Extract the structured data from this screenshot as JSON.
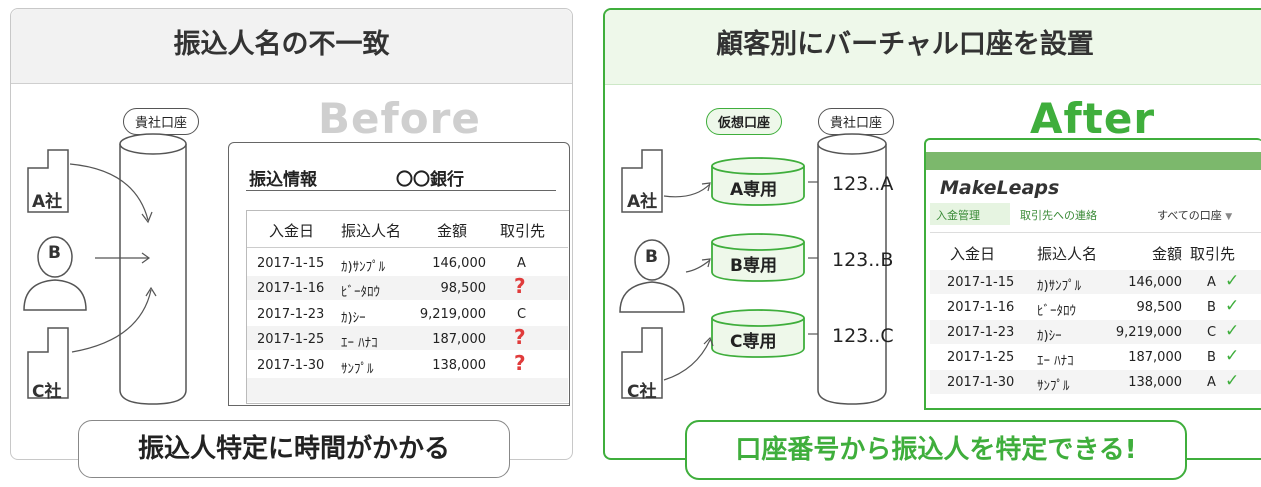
{
  "before": {
    "title": "振込人名の不一致",
    "label": "Before",
    "company_account_label": "貴社口座",
    "parties": [
      "A社",
      "B",
      "C社"
    ],
    "statement": {
      "title": "振込情報",
      "bank": "〇〇銀行",
      "columns": [
        "入金日",
        "振込人名",
        "金額",
        "取引先"
      ],
      "rows": [
        [
          "2017-1-15",
          "ｶ)ｻﾝﾌﾟﾙ",
          "146,000",
          "A"
        ],
        [
          "2017-1-16",
          "ﾋﾞｰﾀﾛｳ",
          "98,500",
          "?"
        ],
        [
          "2017-1-23",
          "ｶ)ｼｰ",
          "9,219,000",
          "C"
        ],
        [
          "2017-1-25",
          "ｴｰ ﾊﾅｺ",
          "187,000",
          "?"
        ],
        [
          "2017-1-30",
          "ｻﾝﾌﾟﾙ",
          "138,000",
          "?"
        ]
      ]
    },
    "bottom": "振込人特定に時間がかかる"
  },
  "after": {
    "title": "顧客別にバーチャル口座を設置",
    "label": "After",
    "virtual_account_label": "仮想口座",
    "company_account_label": "貴社口座",
    "parties": [
      "A社",
      "B",
      "C社"
    ],
    "virtual_accounts": [
      "A専用",
      "B専用",
      "C専用"
    ],
    "accounts": [
      "123..A",
      "123..B",
      "123..C"
    ],
    "app": {
      "logo": "MakeLeaps",
      "tab_active": "入金管理",
      "tab_next": "取引先への連絡",
      "filter": "すべての口座",
      "columns": [
        "入金日",
        "振込人名",
        "金額",
        "取引先"
      ],
      "rows": [
        [
          "2017-1-15",
          "ｶ)ｻﾝﾌﾟﾙ",
          "146,000",
          "A"
        ],
        [
          "2017-1-16",
          "ﾋﾞｰﾀﾛｳ",
          "98,500",
          "B"
        ],
        [
          "2017-1-23",
          "ｶ)ｼｰ",
          "9,219,000",
          "C"
        ],
        [
          "2017-1-25",
          "ｴｰ ﾊﾅｺ",
          "187,000",
          "B"
        ],
        [
          "2017-1-30",
          "ｻﾝﾌﾟﾙ",
          "138,000",
          "A"
        ]
      ]
    },
    "bottom": "口座番号から振込人を特定できる!"
  }
}
